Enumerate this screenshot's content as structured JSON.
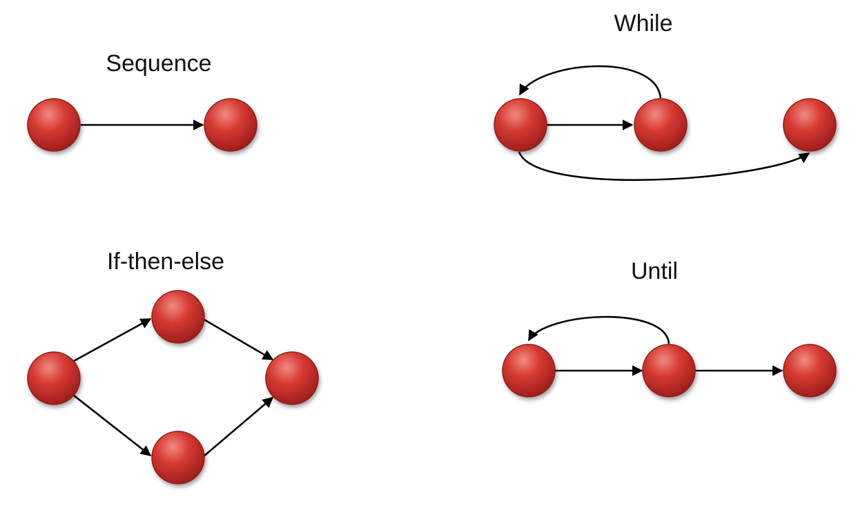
{
  "diagrams": {
    "sequence": {
      "title": "Sequence"
    },
    "while": {
      "title": "While"
    },
    "if_then_else": {
      "title": "If-then-else"
    },
    "until": {
      "title": "Until"
    }
  },
  "colors": {
    "node_fill": "#c8302c",
    "node_highlight": "#f08a82",
    "node_shadow": "#8e1c1a",
    "edge": "#000000"
  }
}
